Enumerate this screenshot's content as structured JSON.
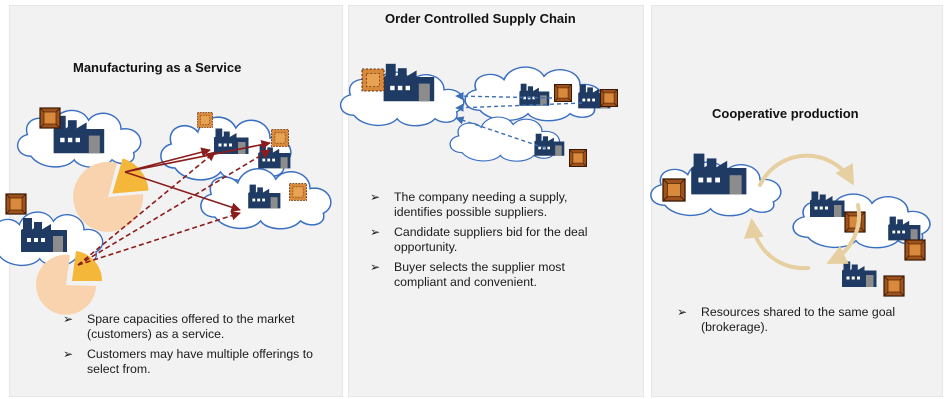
{
  "panels": [
    {
      "title": "Manufacturing as a Service",
      "bullets": [
        "Spare capacities offered to the market (customers) as a service.",
        "Customers may have multiple offerings to select from."
      ]
    },
    {
      "title": "Order Controlled Supply Chain",
      "bullets": [
        "The company needing a supply, identifies possible suppliers.",
        "Candidate suppliers bid for the deal opportunity.",
        "Buyer selects the supplier most compliant and convenient."
      ]
    },
    {
      "title": "Cooperative production",
      "bullets": [
        "Resources shared to the same goal (brokerage)."
      ]
    }
  ],
  "bullet_glyph": "➢",
  "icons": [
    "cloud-icon",
    "factory-icon",
    "crate-icon",
    "pie-chart-icon",
    "cycle-arrows-icon"
  ],
  "colors": {
    "panel_bg": "#f2f2f2",
    "factory": "#1f3b63",
    "cloud_stroke": "#3a6fc2",
    "crate": "#a0521c",
    "pie": "#f8d3ad",
    "pie_slice": "#f4b73a",
    "arrow_red": "#8b1c1c",
    "arrow_blue": "#3c6fb5",
    "cycle": "#e6cfa0"
  }
}
